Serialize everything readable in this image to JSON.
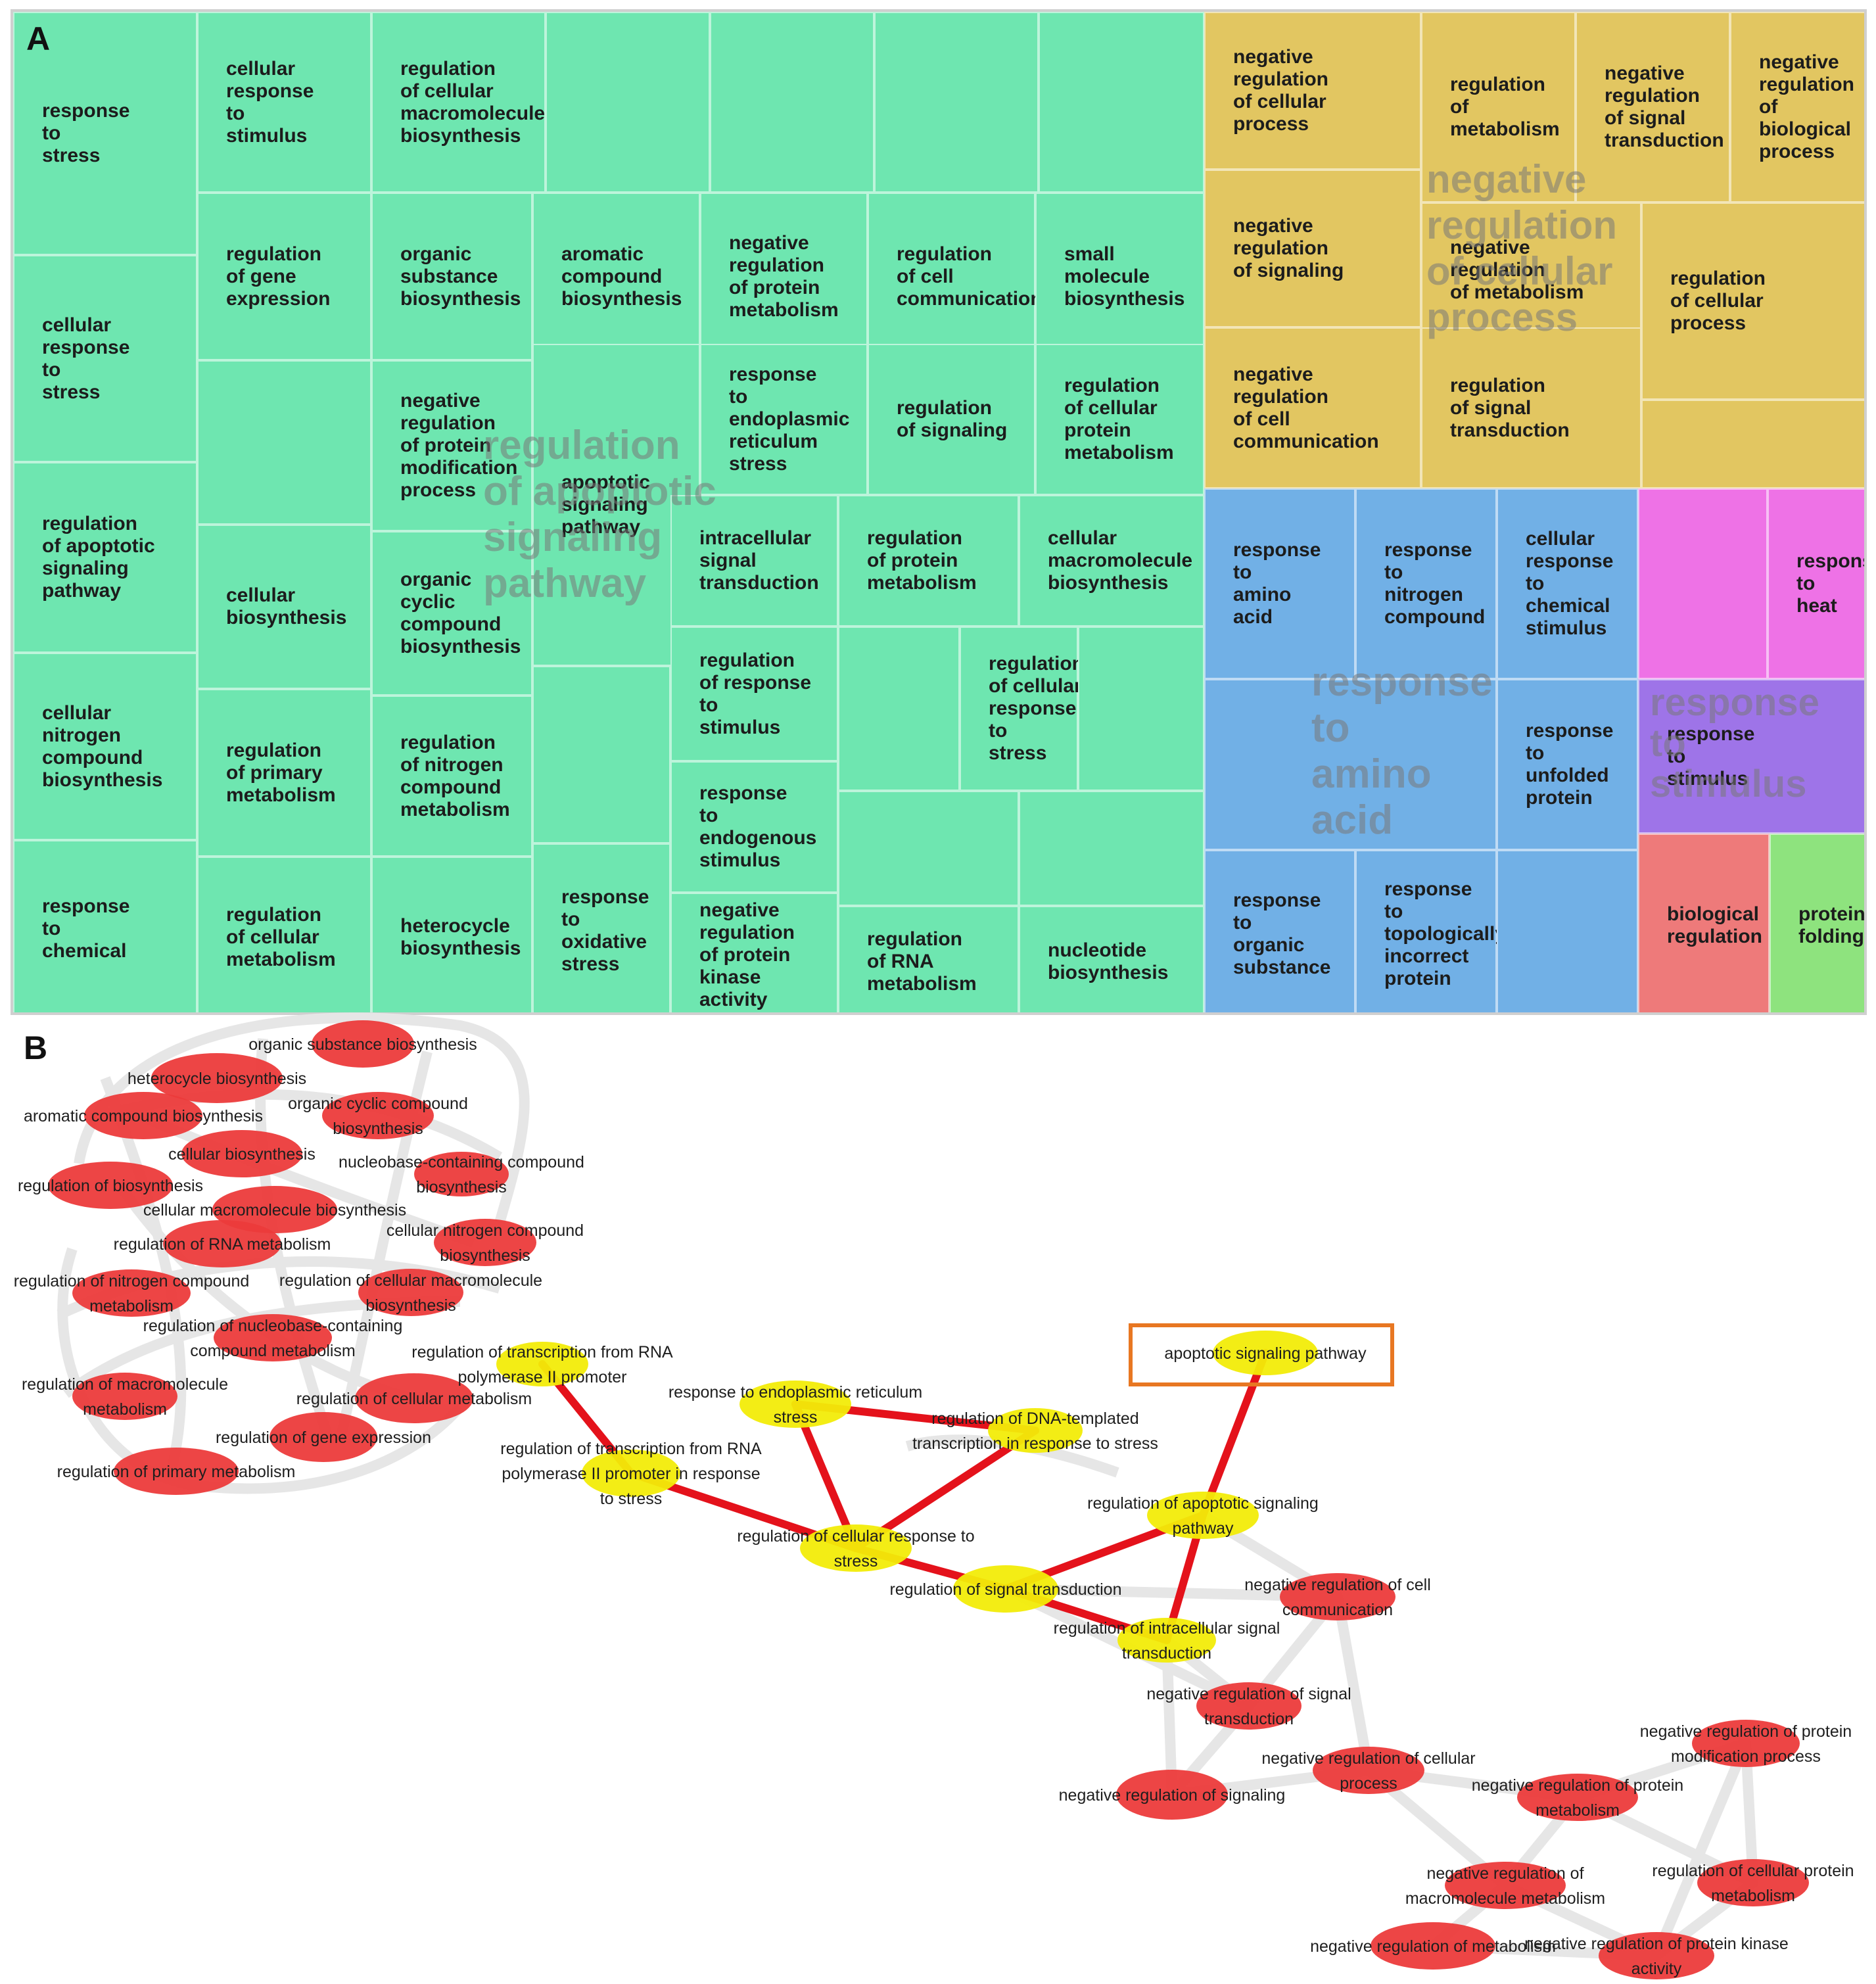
{
  "panel_a": {
    "letter": "A",
    "colors": {
      "green": "#6ee6b0",
      "yellow": "#e2c661",
      "blue": "#71b0e6",
      "pink": "#ee72e6",
      "purple": "#9e74e8",
      "red": "#ee7a7a",
      "lime": "#8ee37e"
    },
    "tiles": [
      {
        "label": "response\nto\nstress",
        "color": "green"
      },
      {
        "label": "cellular\nresponse\nto\nstress",
        "color": "green"
      },
      {
        "label": "regulation\nof apoptotic\nsignaling\npathway",
        "color": "green"
      },
      {
        "label": "cellular\nnitrogen\ncompound\nbiosynthesis",
        "color": "green"
      },
      {
        "label": "response\nto\nchemical",
        "color": "green"
      },
      {
        "label": "cellular\nresponse\nto\nstimulus",
        "color": "green"
      },
      {
        "label": "regulation\nof cellular\nmacromolecule\nbiosynthesis",
        "color": "green"
      },
      {
        "label": "",
        "color": "green"
      },
      {
        "label": "",
        "color": "green"
      },
      {
        "label": "",
        "color": "green"
      },
      {
        "label": "",
        "color": "green"
      },
      {
        "label": "regulation\nof gene\nexpression",
        "color": "green"
      },
      {
        "label": "organic\nsubstance\nbiosynthesis",
        "color": "green"
      },
      {
        "label": "aromatic\ncompound\nbiosynthesis",
        "color": "green"
      },
      {
        "label": "negative\nregulation\nof protein\nmetabolism",
        "color": "green"
      },
      {
        "label": "regulation\nof cell\ncommunication",
        "color": "green"
      },
      {
        "label": "small\nmolecule\nbiosynthesis",
        "color": "green"
      },
      {
        "label": "",
        "color": "green"
      },
      {
        "label": "negative\nregulation\nof protein\nmodification\nprocess",
        "color": "green"
      },
      {
        "label": "apoptotic\nsignaling\npathway",
        "color": "green"
      },
      {
        "label": "response\nto\nendoplasmic\nreticulum\nstress",
        "color": "green"
      },
      {
        "label": "regulation\nof signaling",
        "color": "green"
      },
      {
        "label": "regulation\nof cellular\nprotein\nmetabolism",
        "color": "green"
      },
      {
        "label": "cellular\nbiosynthesis",
        "color": "green"
      },
      {
        "label": "organic\ncyclic\ncompound\nbiosynthesis",
        "color": "green"
      },
      {
        "label": "",
        "color": "green"
      },
      {
        "label": "intracellular\nsignal\ntransduction",
        "color": "green"
      },
      {
        "label": "regulation\nof protein\nmetabolism",
        "color": "green"
      },
      {
        "label": "cellular\nmacromolecule\nbiosynthesis",
        "color": "green"
      },
      {
        "label": "regulation\nof response\nto\nstimulus",
        "color": "green"
      },
      {
        "label": "",
        "color": "green"
      },
      {
        "label": "regulation\nof cellular\nresponse\nto\nstress",
        "color": "green"
      },
      {
        "label": "",
        "color": "green"
      },
      {
        "label": "regulation\nof primary\nmetabolism",
        "color": "green"
      },
      {
        "label": "regulation\nof nitrogen\ncompound\nmetabolism",
        "color": "green"
      },
      {
        "label": "",
        "color": "green"
      },
      {
        "label": "response\nto\nendogenous\nstimulus",
        "color": "green"
      },
      {
        "label": "",
        "color": "green"
      },
      {
        "label": "",
        "color": "green"
      },
      {
        "label": "regulation\nof cellular\nmetabolism",
        "color": "green"
      },
      {
        "label": "heterocycle\nbiosynthesis",
        "color": "green"
      },
      {
        "label": "response\nto\noxidative\nstress",
        "color": "green"
      },
      {
        "label": "negative\nregulation\nof protein\nkinase\nactivity",
        "color": "green"
      },
      {
        "label": "regulation\nof RNA\nmetabolism",
        "color": "green"
      },
      {
        "label": "nucleotide\nbiosynthesis",
        "color": "green"
      },
      {
        "label": "negative\nregulation\nof cellular\nprocess",
        "color": "yellow"
      },
      {
        "label": "regulation\nof metabolism",
        "color": "yellow"
      },
      {
        "label": "negative\nregulation\nof signal\ntransduction",
        "color": "yellow"
      },
      {
        "label": "negative\nregulation\nof biological\nprocess",
        "color": "yellow"
      },
      {
        "label": "negative\nregulation\nof signaling",
        "color": "yellow"
      },
      {
        "label": "negative\nregulation\nof metabolism",
        "color": "yellow"
      },
      {
        "label": "",
        "color": "yellow"
      },
      {
        "label": "regulation\nof cellular\nprocess",
        "color": "yellow"
      },
      {
        "label": "negative\nregulation\nof cell\ncommunication",
        "color": "yellow"
      },
      {
        "label": "regulation\nof signal\ntransduction",
        "color": "yellow"
      },
      {
        "label": "",
        "color": "yellow"
      },
      {
        "label": "response\nto\namino\nacid",
        "color": "blue"
      },
      {
        "label": "response\nto\nnitrogen\ncompound",
        "color": "blue"
      },
      {
        "label": "cellular\nresponse\nto\nchemical\nstimulus",
        "color": "blue"
      },
      {
        "label": "",
        "color": "blue"
      },
      {
        "label": "response\nto\nunfolded\nprotein",
        "color": "blue"
      },
      {
        "label": "response\nto\norganic\nsubstance",
        "color": "blue"
      },
      {
        "label": "response\nto\ntopologically\nincorrect\nprotein",
        "color": "blue"
      },
      {
        "label": "",
        "color": "blue"
      },
      {
        "label": "",
        "color": "pink"
      },
      {
        "label": "response\nto\nheat",
        "color": "pink"
      },
      {
        "label": "response\nto\nstimulus",
        "color": "purple"
      },
      {
        "label": "biological\nregulation",
        "color": "red"
      },
      {
        "label": "protein\nfolding",
        "color": "lime"
      }
    ],
    "group_labels": [
      {
        "text": "regulation\nof apoptotic\nsignaling\npathway"
      },
      {
        "text": "negative\nregulation\nof cellular\nprocess"
      },
      {
        "text": "response\nto\namino\nacid"
      },
      {
        "text": "response\nto\nstimulus"
      }
    ]
  },
  "panel_b": {
    "letter": "B",
    "colors": {
      "red_node": "#ec3b3b",
      "yellow_node": "#f2ec08",
      "highlight_edge": "#e4121b",
      "faint_edge": "#e6e6e6",
      "box": "#e87722"
    },
    "nodes": [
      {
        "id": "n1",
        "label": [
          "organic substance biosynthesis"
        ],
        "type": "red"
      },
      {
        "id": "n2",
        "label": [
          "heterocycle biosynthesis"
        ],
        "type": "red"
      },
      {
        "id": "n3",
        "label": [
          "aromatic compound biosynthesis"
        ],
        "type": "red"
      },
      {
        "id": "n4",
        "label": [
          "organic cyclic compound",
          "biosynthesis"
        ],
        "type": "red"
      },
      {
        "id": "n5",
        "label": [
          "cellular biosynthesis"
        ],
        "type": "red"
      },
      {
        "id": "n6",
        "label": [
          "nucleobase-containing compound",
          "biosynthesis"
        ],
        "type": "red"
      },
      {
        "id": "n7",
        "label": [
          "regulation of biosynthesis"
        ],
        "type": "red"
      },
      {
        "id": "n8",
        "label": [
          "cellular macromolecule biosynthesis"
        ],
        "type": "red"
      },
      {
        "id": "n9",
        "label": [
          "regulation of RNA metabolism"
        ],
        "type": "red"
      },
      {
        "id": "n10",
        "label": [
          "cellular nitrogen compound",
          "biosynthesis"
        ],
        "type": "red"
      },
      {
        "id": "n11",
        "label": [
          "regulation of nitrogen compound",
          "metabolism"
        ],
        "type": "red"
      },
      {
        "id": "n12",
        "label": [
          "regulation of cellular macromolecule",
          "biosynthesis"
        ],
        "type": "red"
      },
      {
        "id": "n13",
        "label": [
          "regulation of nucleobase-containing",
          "compound metabolism"
        ],
        "type": "red"
      },
      {
        "id": "n14",
        "label": [
          "regulation of macromolecule",
          "metabolism"
        ],
        "type": "red"
      },
      {
        "id": "n15",
        "label": [
          "regulation of cellular metabolism"
        ],
        "type": "red"
      },
      {
        "id": "n16",
        "label": [
          "regulation of gene expression"
        ],
        "type": "red"
      },
      {
        "id": "n17",
        "label": [
          "regulation of primary metabolism"
        ],
        "type": "red"
      },
      {
        "id": "y1",
        "label": [
          "regulation of transcription from RNA",
          "polymerase II promoter"
        ],
        "type": "yellow"
      },
      {
        "id": "y2",
        "label": [
          "response to endoplasmic reticulum",
          "stress"
        ],
        "type": "yellow"
      },
      {
        "id": "y3",
        "label": [
          "regulation of DNA-templated",
          "transcription in response to stress"
        ],
        "type": "yellow"
      },
      {
        "id": "y4",
        "label": [
          "regulation of transcription from RNA",
          "polymerase II promoter in response",
          "to stress"
        ],
        "type": "yellow"
      },
      {
        "id": "y5",
        "label": [
          "regulation of cellular response to",
          "stress"
        ],
        "type": "yellow"
      },
      {
        "id": "y6",
        "label": [
          "apoptotic signaling pathway"
        ],
        "type": "yellow"
      },
      {
        "id": "y7",
        "label": [
          "regulation of apoptotic signaling",
          "pathway"
        ],
        "type": "yellow"
      },
      {
        "id": "y8",
        "label": [
          "regulation of signal transduction"
        ],
        "type": "yellow"
      },
      {
        "id": "y9",
        "label": [
          "regulation of intracellular signal",
          "transduction"
        ],
        "type": "yellow"
      },
      {
        "id": "r1",
        "label": [
          "negative regulation of cell",
          "communication"
        ],
        "type": "red"
      },
      {
        "id": "r2",
        "label": [
          "negative regulation of signal",
          "transduction"
        ],
        "type": "red"
      },
      {
        "id": "r3",
        "label": [
          "negative regulation of cellular",
          "process"
        ],
        "type": "red"
      },
      {
        "id": "r4",
        "label": [
          "negative regulation of signaling"
        ],
        "type": "red"
      },
      {
        "id": "r5",
        "label": [
          "negative regulation of protein",
          "modification process"
        ],
        "type": "red"
      },
      {
        "id": "r6",
        "label": [
          "negative regulation of protein",
          "metabolism"
        ],
        "type": "red"
      },
      {
        "id": "r7",
        "label": [
          "regulation of cellular protein",
          "metabolism"
        ],
        "type": "red"
      },
      {
        "id": "r8",
        "label": [
          "negative regulation of",
          "macromolecule metabolism"
        ],
        "type": "red"
      },
      {
        "id": "r9",
        "label": [
          "negative regulation of metabolism"
        ],
        "type": "red"
      },
      {
        "id": "r10",
        "label": [
          "negative regulation of protein kinase",
          "activity"
        ],
        "type": "red"
      }
    ],
    "highlight_edges": [
      [
        "y1",
        "y4"
      ],
      [
        "y4",
        "y5"
      ],
      [
        "y2",
        "y3"
      ],
      [
        "y2",
        "y5"
      ],
      [
        "y3",
        "y5"
      ],
      [
        "y5",
        "y8"
      ],
      [
        "y8",
        "y9"
      ],
      [
        "y8",
        "y7"
      ],
      [
        "y7",
        "y9"
      ],
      [
        "y7",
        "y6"
      ]
    ],
    "faint_edges": [
      [
        "y8",
        "r1"
      ],
      [
        "y8",
        "r2"
      ],
      [
        "y7",
        "r1"
      ],
      [
        "y9",
        "r2"
      ],
      [
        "r1",
        "r3"
      ],
      [
        "r2",
        "r4"
      ],
      [
        "r4",
        "r3"
      ],
      [
        "r3",
        "r6"
      ],
      [
        "r3",
        "r8"
      ],
      [
        "r6",
        "r5"
      ],
      [
        "r6",
        "r7"
      ],
      [
        "r6",
        "r8"
      ],
      [
        "r8",
        "r9"
      ],
      [
        "r8",
        "r10"
      ],
      [
        "r7",
        "r10"
      ],
      [
        "r5",
        "r10"
      ],
      [
        "r9",
        "r10"
      ],
      [
        "r5",
        "r7"
      ],
      [
        "y9",
        "r4"
      ],
      [
        "r1",
        "r2"
      ]
    ]
  }
}
